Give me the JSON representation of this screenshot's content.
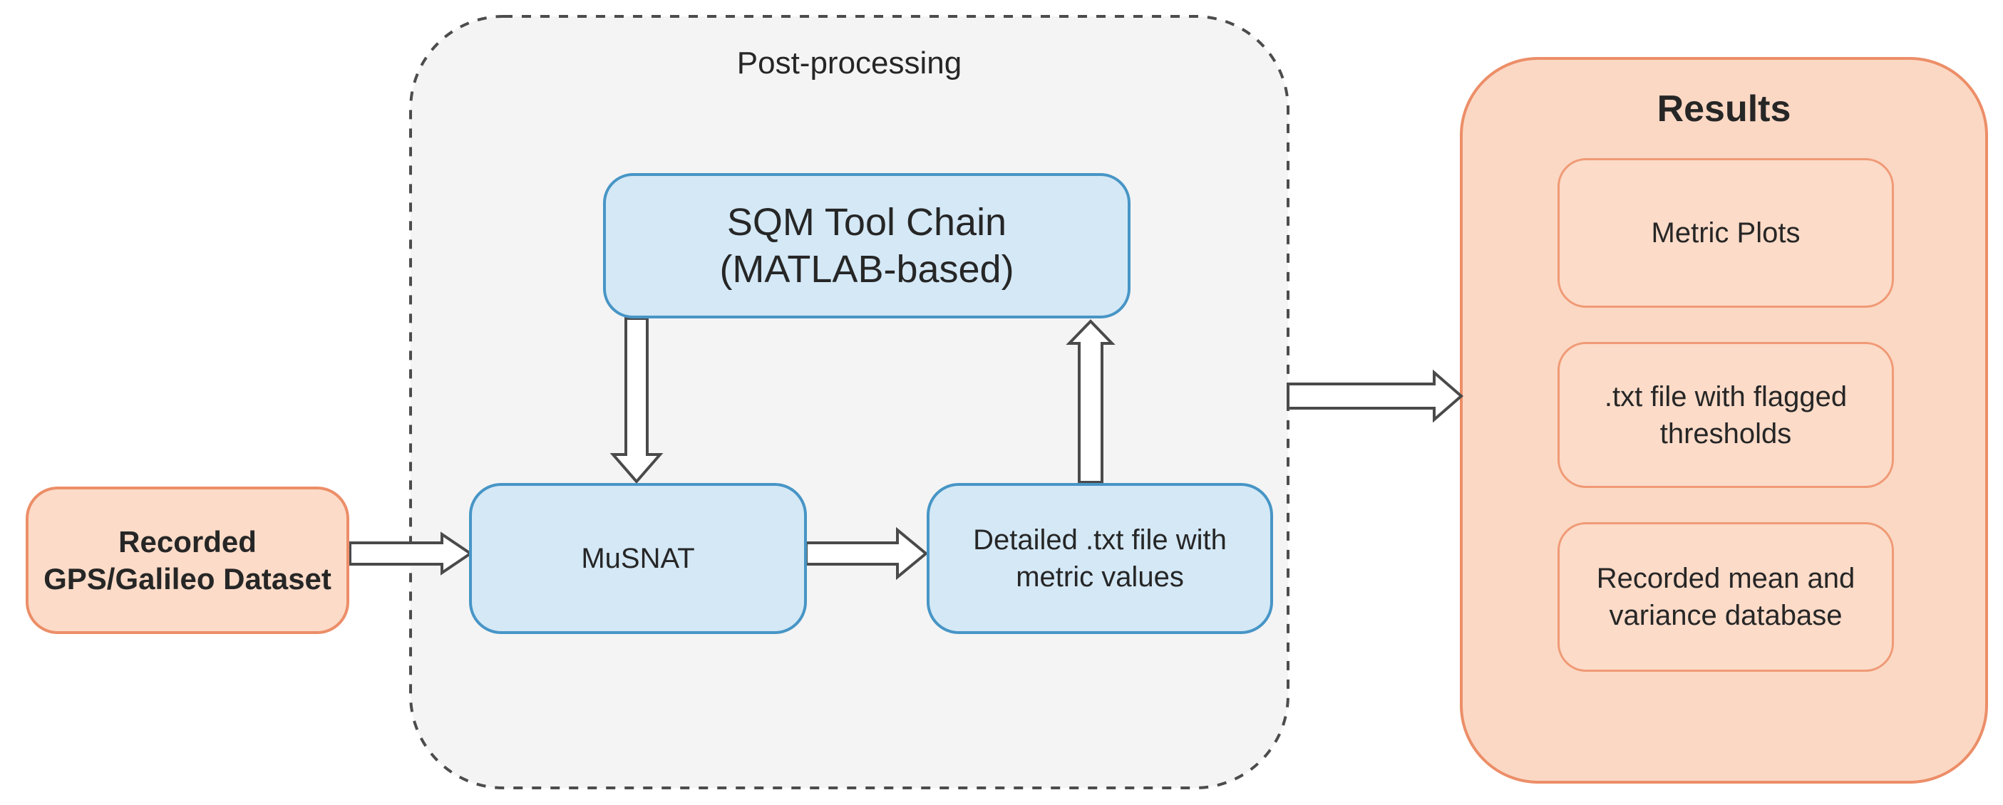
{
  "diagram": {
    "source_box": {
      "line1": "Recorded",
      "line2": "GPS/Galileo Dataset"
    },
    "post_processing_group": {
      "title": "Post-processing",
      "sqm_box": {
        "line1": "SQM Tool Chain",
        "line2": "(MATLAB-based)"
      },
      "musnat_box": {
        "label": "MuSNAT"
      },
      "txt_box": {
        "line1": "Detailed .txt file with",
        "line2": "metric values"
      }
    },
    "results_group": {
      "title": "Results",
      "items": [
        {
          "label": "Metric Plots"
        },
        {
          "line1": ".txt file with flagged",
          "line2": "thresholds"
        },
        {
          "line1": "Recorded mean and",
          "line2": "variance database"
        }
      ]
    },
    "colors": {
      "orange_fill": "#fcdbc8",
      "orange_fill_light": "#fbd8c4",
      "orange_border": "#ec8e68",
      "orange_border_light": "#f09a76",
      "blue_fill": "#d4e8f6",
      "blue_border": "#4795c6",
      "group_fill": "#f4f4f4",
      "dash_border": "#4c4c4c",
      "arrow_outline": "#4a4a4a",
      "text": "#262626"
    }
  }
}
